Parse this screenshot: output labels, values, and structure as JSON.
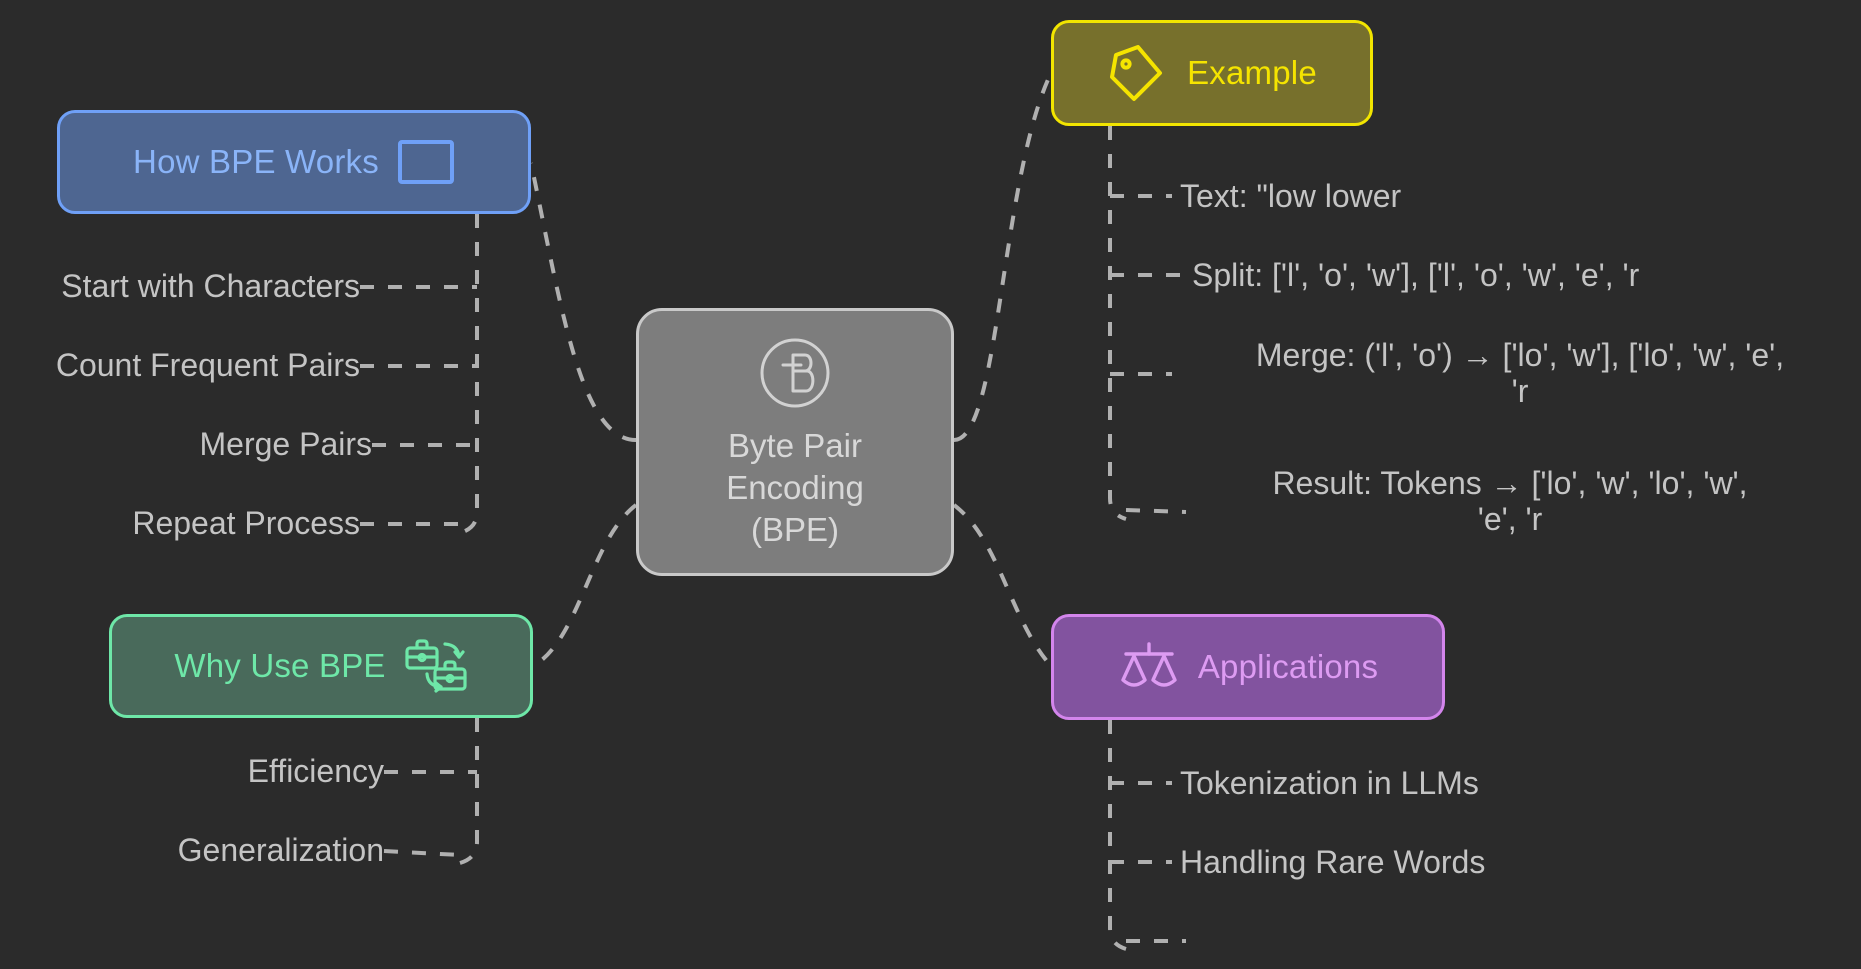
{
  "diagram": {
    "type": "mindmap",
    "title": "Byte Pair Encoding (BPE)",
    "background": "#2b2b2b",
    "edge_color": "#b0b0b0",
    "edge_style": "dashed"
  },
  "center": {
    "name": "byte-pair-encoding",
    "title": "Byte Pair\nEncoding\n(BPE)",
    "icon": "circled-b-icon",
    "fill": "#7d7d7d",
    "border": "#c9c9c9",
    "text_color": "#d8d8d8"
  },
  "branches": [
    {
      "key": "how_bpe_works",
      "label": "How BPE Works",
      "icon": "rectangle-icon",
      "fill": "#4e6691",
      "border": "#6fa0f7",
      "text_color": "#8ab4f8",
      "items": [
        "Start with Characters",
        "Count Frequent Pairs",
        "Merge Pairs",
        "Repeat Process"
      ]
    },
    {
      "key": "why_use_bpe",
      "label": "Why Use BPE",
      "icon": "briefcase-exchange-icon",
      "fill": "#496a5b",
      "border": "#6ee7a8",
      "text_color": "#6ee7a8",
      "items": [
        "Efficiency",
        "Generalization"
      ]
    },
    {
      "key": "example",
      "label": "Example",
      "icon": "price-tag-icon",
      "fill": "#77702c",
      "border": "#f2e500",
      "text_color": "#f5e400",
      "items": [
        "Text: \"low lower",
        "Split: ['l', 'o', 'w'], ['l', 'o', 'w', 'e', 'r",
        "Merge: ('l', 'o') → ['lo', 'w'], ['lo', 'w', 'e',\n'r",
        "Result: Tokens → ['lo', 'w', 'lo', 'w',\n'e', 'r"
      ]
    },
    {
      "key": "applications",
      "label": "Applications",
      "icon": "balance-scales-icon",
      "fill": "#82539f",
      "border": "#d385ec",
      "text_color": "#dd9bf2",
      "items": [
        "Tokenization in LLMs",
        "Handling Rare Words"
      ]
    }
  ],
  "leaves": {
    "how_0": "Start with Characters",
    "how_1": "Count Frequent Pairs",
    "how_2": "Merge Pairs",
    "how_3": "Repeat Process",
    "why_0": "Efficiency",
    "why_1": "Generalization",
    "ex_0": "Text: \"low lower",
    "ex_1": "Split: ['l', 'o', 'w'], ['l', 'o', 'w', 'e', 'r",
    "ex_2": "Merge: ('l', 'o') → ['lo', 'w'], ['lo', 'w', 'e',\n'r",
    "ex_3": "Result: Tokens → ['lo', 'w', 'lo', 'w',\n'e', 'r",
    "app_0": "Tokenization in LLMs",
    "app_1": "Handling Rare Words"
  }
}
